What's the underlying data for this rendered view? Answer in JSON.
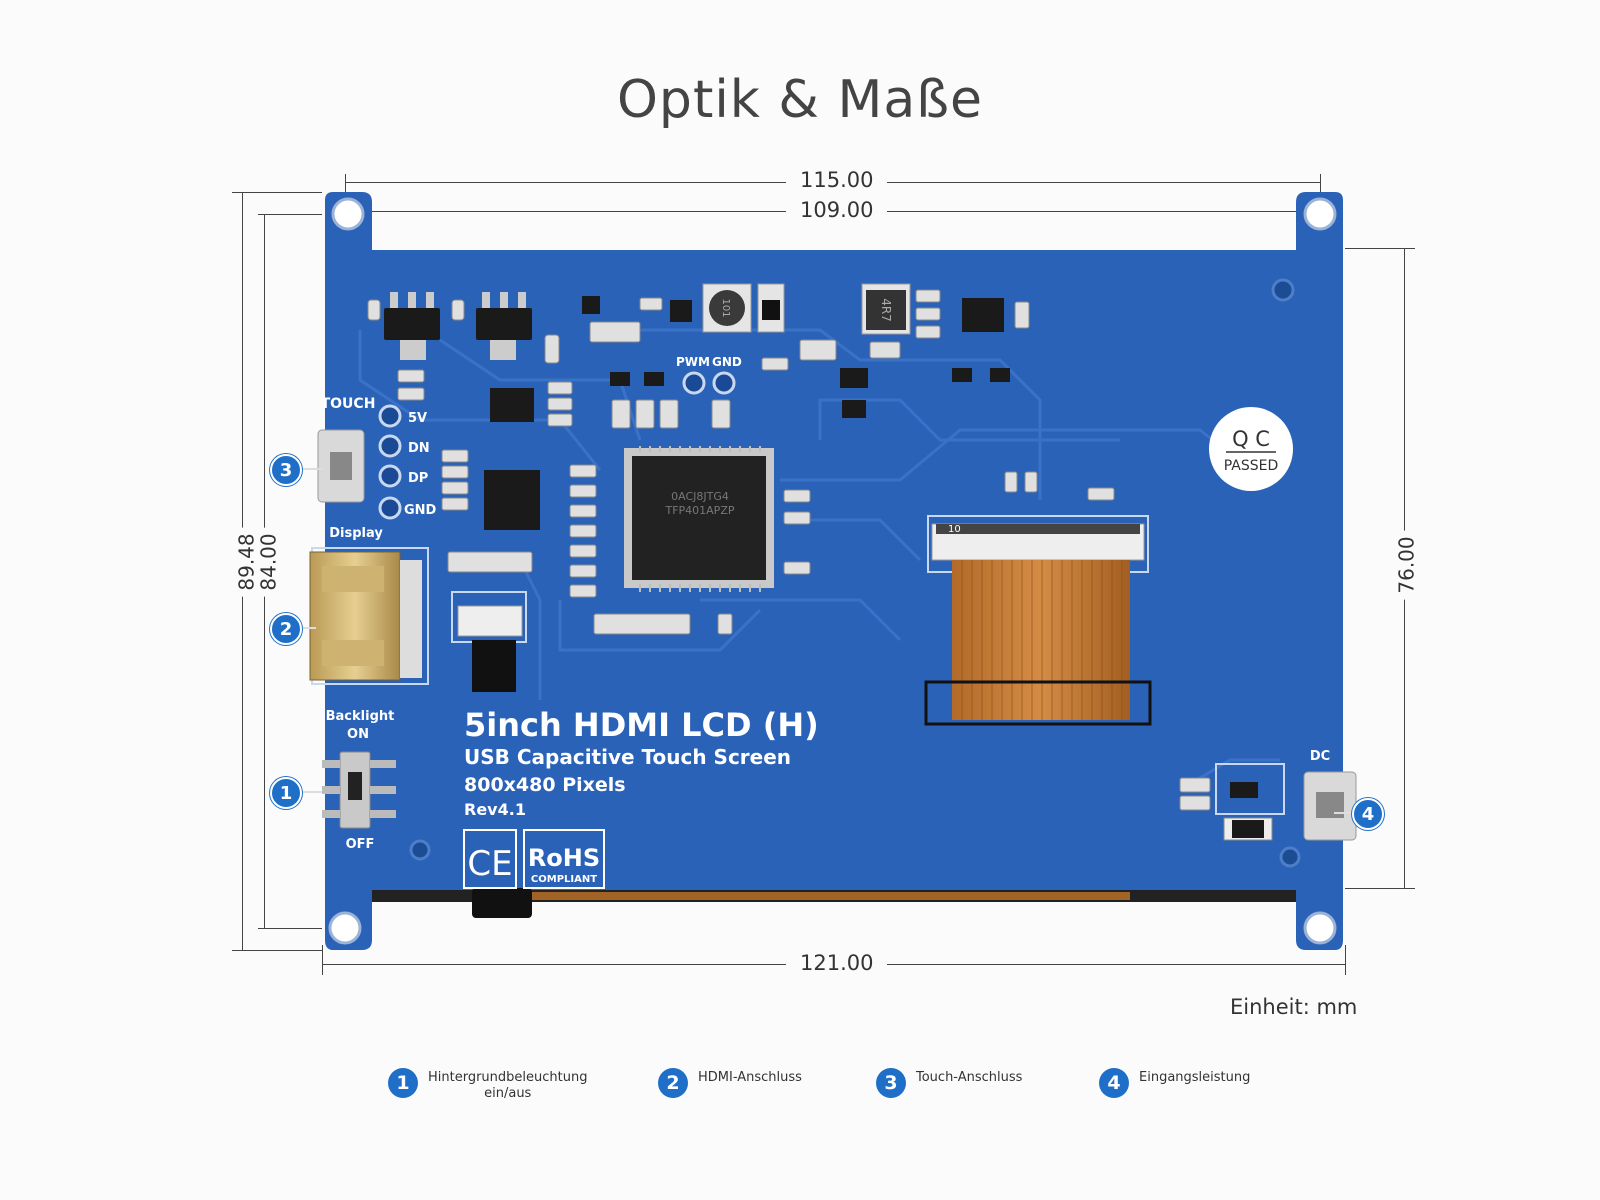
{
  "title": "Optik & Maße",
  "dimensions": {
    "top_outer": "115.00",
    "top_inner": "109.00",
    "bottom": "121.00",
    "left_outer": "89.48",
    "left_inner": "84.00",
    "right": "76.00"
  },
  "unit_label": "Einheit: mm",
  "board": {
    "heading": "5inch HDMI LCD (H)",
    "line1": "USB Capacitive Touch Screen",
    "line2": "800x480 Pixels",
    "line3": "Rev4.1",
    "touch_label": "TOUCH",
    "pin_5v": "5V",
    "pin_dn": "DN",
    "pin_dp": "DP",
    "pin_gnd": "GND",
    "display_label": "Display",
    "backlight_label": "Backlight",
    "on_label": "ON",
    "off_label": "OFF",
    "pwm_label": "PWM",
    "gnd_label": "GND",
    "dc_label": "DC",
    "qc_top": "Q C",
    "qc_bottom": "PASSED",
    "ce_mark": "CE",
    "rohs_top": "RoHS",
    "rohs_bottom": "COMPLIANT",
    "chip_line1": "0ACJ8JTG4",
    "chip_line2": "TFP401APZP",
    "fpc_num": "10",
    "inductor_a": "101",
    "inductor_b": "4R7"
  },
  "callouts": [
    {
      "num": "1"
    },
    {
      "num": "2"
    },
    {
      "num": "3"
    },
    {
      "num": "4"
    }
  ],
  "legend": [
    {
      "num": "1",
      "line1": "Hintergrundbeleuchtung",
      "line2": "ein/aus"
    },
    {
      "num": "2",
      "line1": "HDMI-Anschluss",
      "line2": ""
    },
    {
      "num": "3",
      "line1": "Touch-Anschluss",
      "line2": ""
    },
    {
      "num": "4",
      "line1": "Eingangsleistung",
      "line2": ""
    }
  ],
  "colors": {
    "board_blue": "#2a62b8",
    "callout_blue": "#1f6fc9"
  }
}
